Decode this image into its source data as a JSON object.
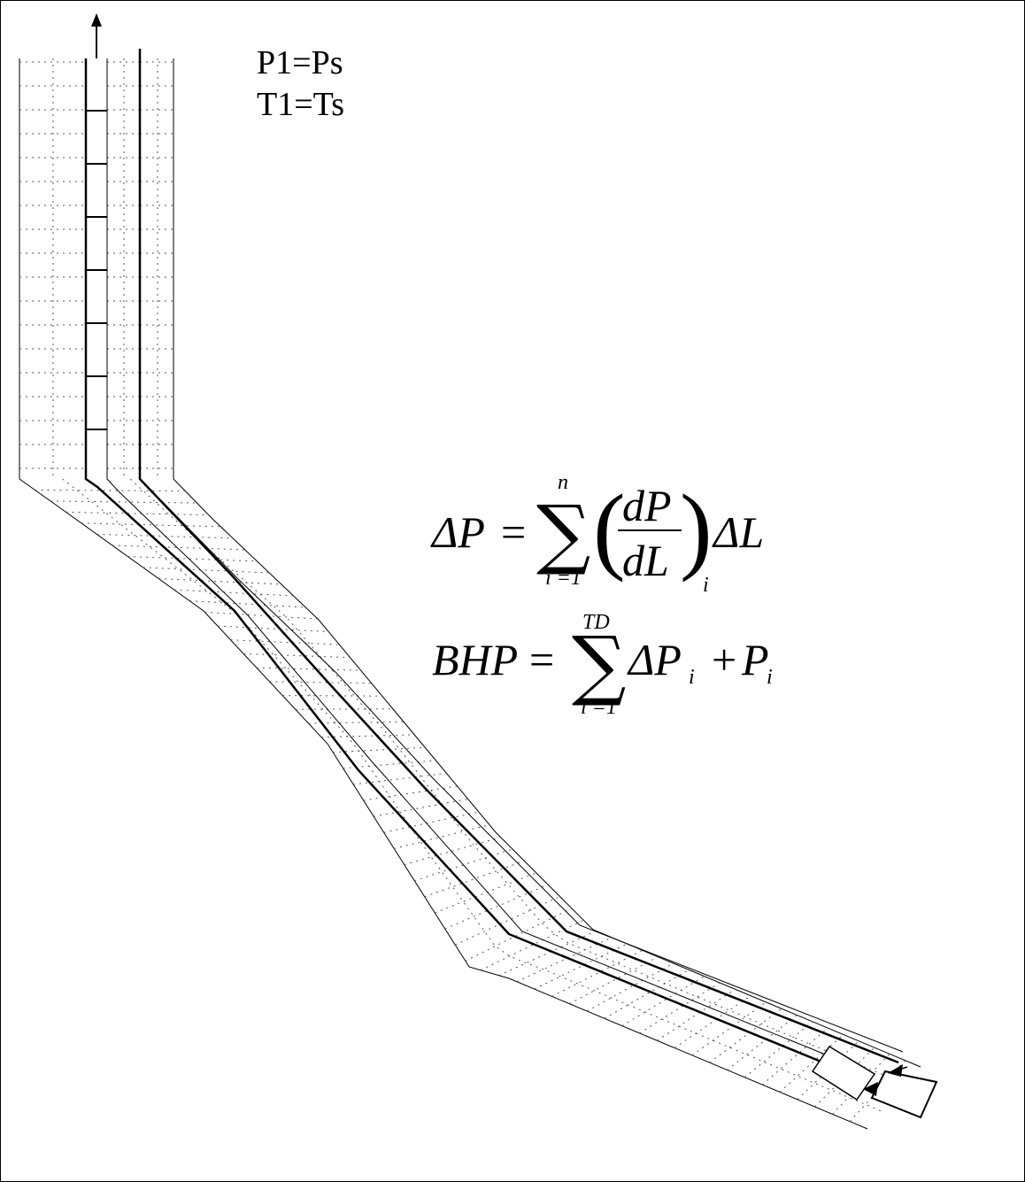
{
  "conditions": {
    "line1": "P1=Ps",
    "line2": "T1=Ts"
  },
  "equation1": {
    "lhs": "ΔP",
    "equals": "=",
    "sum_symbol": "∑",
    "upper": "n",
    "lower": "i =1",
    "numerator": "dP",
    "denominator": "dL",
    "paren_left": "(",
    "paren_right": ")",
    "subscript": "i",
    "tail": "ΔL"
  },
  "equation2": {
    "lhs": "BHP",
    "equals": "=",
    "sum_symbol": "∑",
    "upper": "TD",
    "lower": "i =1",
    "term1": "ΔP",
    "term1_sub": "i",
    "plus": "+",
    "term2": "P",
    "term2_sub": "i"
  },
  "colors": {
    "line": "#000000",
    "grid": "#555555",
    "background": "#ffffff"
  }
}
